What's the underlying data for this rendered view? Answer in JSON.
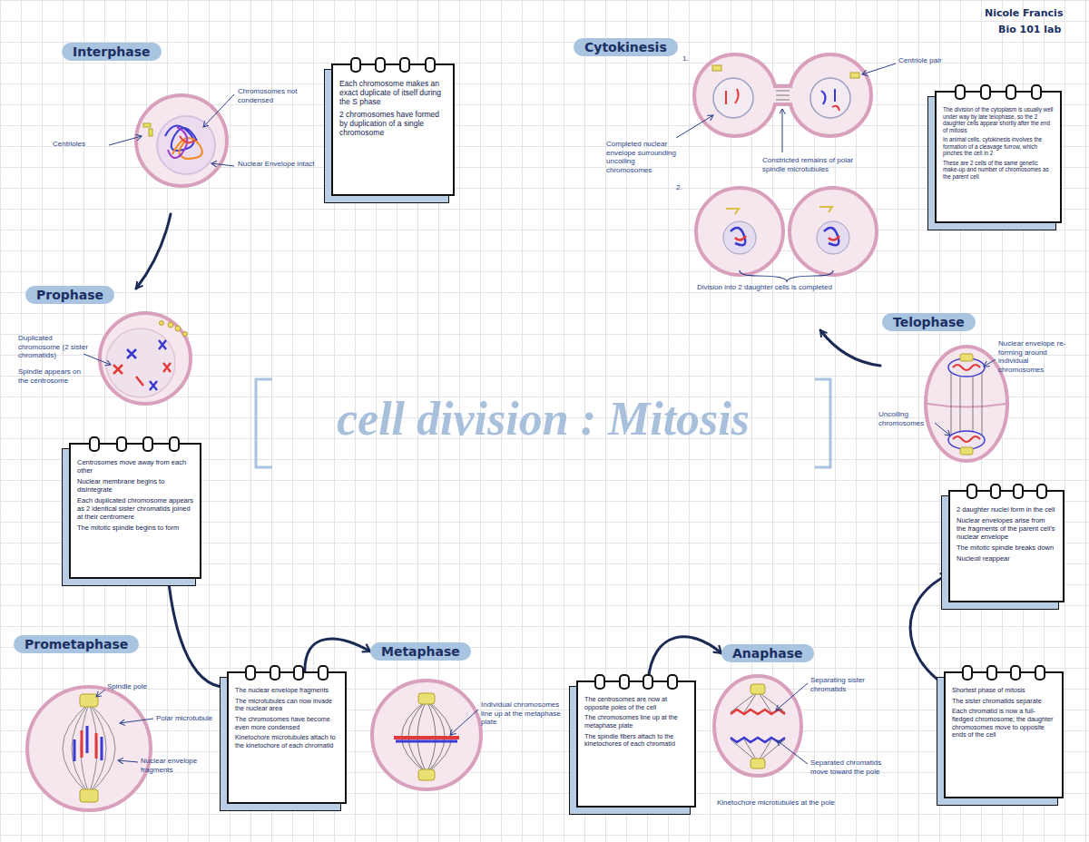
{
  "diagram": {
    "title": "cell division : Mitosis",
    "nodes": [
      {
        "text": [
          "Interphase"
        ]
      },
      {
        "text": [
          "Each chromosome makes an exact duplicate of itself during the S phase",
          "2 chromosomes have formed by duplication of a single chromosome"
        ]
      },
      {
        "text": [
          "Cytokinesis"
        ]
      },
      {
        "text": [
          "The division of the cytoplasm is usually well under way by late telophase, so the 2 daughter cells appear shortly after the end of mitosis",
          "In animal cells, cytokinesis involves the formation of a cleavage furrow, which pinches the cell in 2",
          "These are 2 cells of the same genetic make-up and number of chromosomes as the parent cell"
        ]
      },
      {
        "text": [
          "Prophase"
        ]
      },
      {
        "text": [
          "Centrosomes move away from each other",
          "Nuclear membrane begins to disintegrate",
          "Each duplicated chromosome appears as 2 identical sister chromatids joined at their centromere",
          "The mitotic spindle begins to form"
        ]
      },
      {
        "text": [
          "Telophase"
        ]
      },
      {
        "text": [
          "2 daughter nuclei form in the cell",
          "Nuclear envelopes arise from the fragments of the parent cell's nuclear envelope",
          "The mitotic spindle breaks down",
          "Nucleoli reappear"
        ]
      },
      {
        "text": [
          "Prometaphase"
        ]
      },
      {
        "text": [
          "The nuclear envelope fragments",
          "The microtubules can now invade the nuclear area",
          "The chromosomes have become even more condensed",
          "Kinetochore microtubules attach to the kinetochore of each chromatid"
        ]
      },
      {
        "text": [
          "Metaphase"
        ]
      },
      {
        "text": [
          "The centrosomes are now at opposite poles of the cell",
          "The chromosomes line up at the metaphase plate",
          "The spindle fibers attach to the kinetochores of each chromatid"
        ]
      },
      {
        "text": [
          "Anaphase"
        ]
      },
      {
        "text": [
          "Shortest phase of mitosis",
          "The sister chromatids separate",
          "Each chromatid is now a full-fledged chromosome; the daughter chromosomes move to opposite ends of the cell"
        ]
      }
    ],
    "edges": [
      {
        "from": 5,
        "to": 9,
        "arrow": "to"
      },
      {
        "from": 9,
        "to": 10,
        "arrow": "to"
      },
      {
        "from": 11,
        "to": 12,
        "arrow": "to"
      },
      {
        "from": 13,
        "to": 7,
        "arrow": "to"
      }
    ],
    "labels": [
      "Nicole Francis",
      "Bio 101 lab",
      "Chromosomes not condensed",
      "Centrioles",
      "Nuclear Envelope intact",
      "Duplicated chromosome (2 sister chromatids)",
      "Spindle appears on the centrosome",
      "Spindle pole",
      "Polar microtubule",
      "Nuclear envelope fragments",
      "Individual chromosomes line up at the metaphase plate",
      "Separating sister chromatids",
      "Separated chromatids move toward the pole",
      "Kinetochore microtubules at the pole",
      "Nuclear envelope re-forming around individual chromosomes",
      "Uncoiling chromosomes",
      "1.",
      "Centriole pair",
      "Completed nuclear envelope surrounding uncoiling chromosomes",
      "Constricted remains of polar spindle microtubules",
      "2.",
      "Division into 2 daughter cells is completed"
    ]
  }
}
